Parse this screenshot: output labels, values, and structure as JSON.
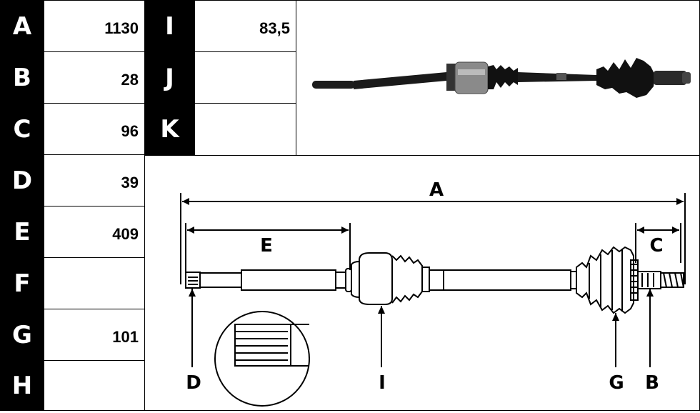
{
  "table_left": [
    {
      "letter": "A",
      "value": "1130"
    },
    {
      "letter": "B",
      "value": "28"
    },
    {
      "letter": "C",
      "value": "96"
    },
    {
      "letter": "D",
      "value": "39"
    },
    {
      "letter": "E",
      "value": "409"
    },
    {
      "letter": "F",
      "value": ""
    },
    {
      "letter": "G",
      "value": "101"
    },
    {
      "letter": "H",
      "value": ""
    }
  ],
  "table_right": [
    {
      "letter": "I",
      "value": "83,5"
    },
    {
      "letter": "J",
      "value": ""
    },
    {
      "letter": "K",
      "value": ""
    }
  ],
  "diagram_labels": {
    "A": "A",
    "B": "B",
    "C": "C",
    "D": "D",
    "E": "E",
    "G": "G",
    "I": "I"
  },
  "colors": {
    "ink": "#000000",
    "shaft_dark": "#222222",
    "boot_grey": "#9a9a9a"
  }
}
